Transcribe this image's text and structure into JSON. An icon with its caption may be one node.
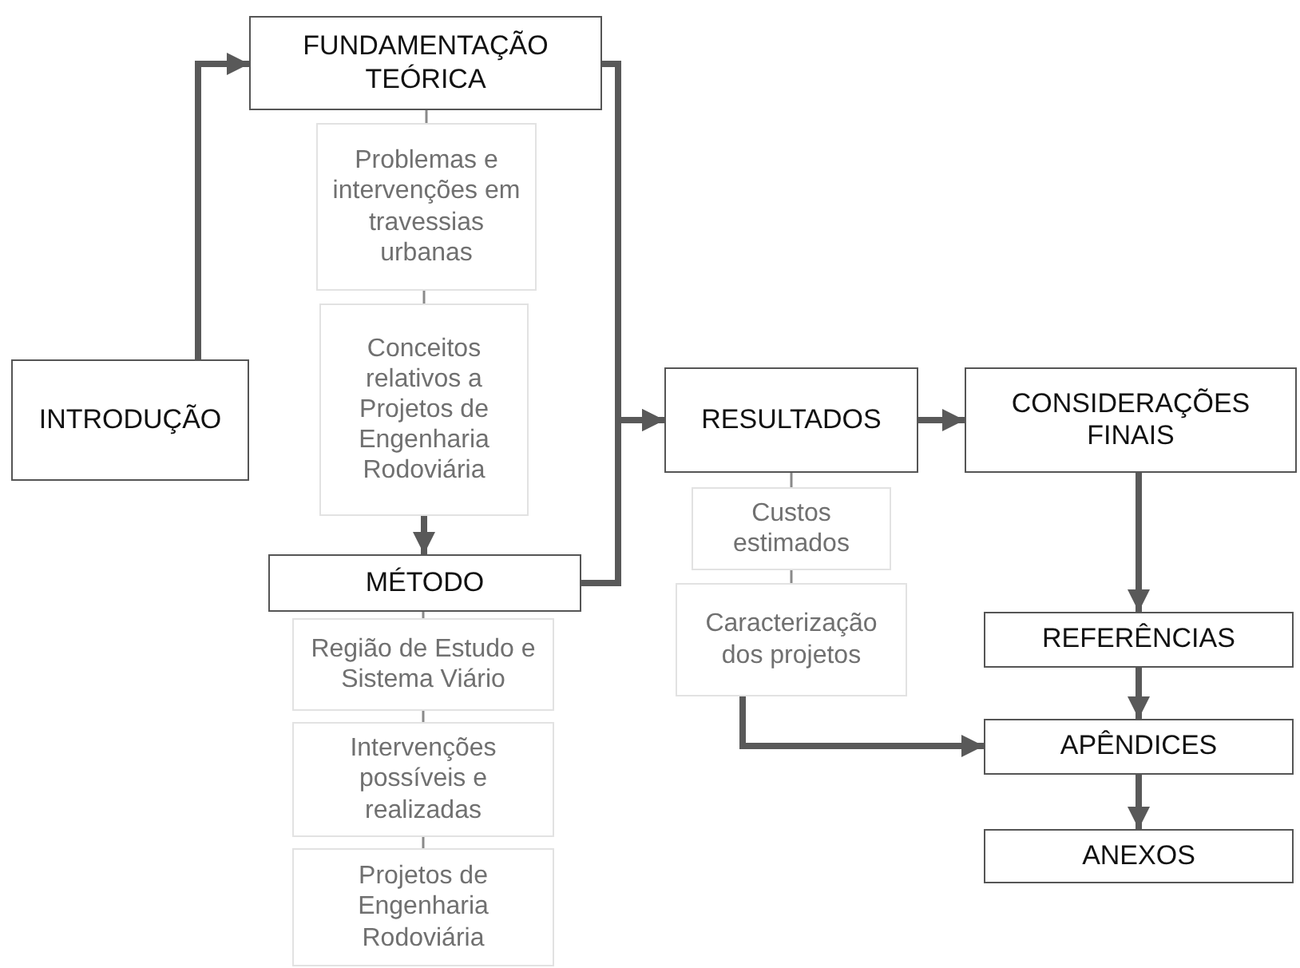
{
  "diagram": {
    "nodes": [
      {
        "text": [
          "INTRODUÇÃO"
        ]
      },
      {
        "text": [
          "FUNDAMENTAÇÃO TEÓRICA"
        ]
      },
      {
        "text": [
          "Problemas e intervenções em travessias urbanas"
        ]
      },
      {
        "text": [
          "Conceitos relativos  a Projetos de Engenharia Rodoviária"
        ]
      },
      {
        "text": [
          "MÉTODO"
        ]
      },
      {
        "text": [
          "Região de Estudo e Sistema Viário"
        ]
      },
      {
        "text": [
          "Intervenções possíveis e realizadas"
        ]
      },
      {
        "text": [
          "Projetos de Engenharia Rodoviária"
        ]
      },
      {
        "text": [
          "RESULTADOS"
        ]
      },
      {
        "text": [
          "Custos estimados"
        ]
      },
      {
        "text": [
          "Caracterização dos projetos"
        ]
      },
      {
        "text": [
          "CONSIDERAÇÕES FINAIS"
        ]
      },
      {
        "text": [
          "REFERÊNCIAS"
        ]
      },
      {
        "text": [
          "APÊNDICES"
        ]
      },
      {
        "text": [
          "ANEXOS"
        ]
      }
    ],
    "edges": [
      {
        "from": 0,
        "to": 1,
        "arrow": "to"
      },
      {
        "from": 1,
        "to": 2,
        "arrow": "none",
        "color": "#8a8a8a"
      },
      {
        "from": 2,
        "to": 3,
        "arrow": "none",
        "color": "#8a8a8a"
      },
      {
        "from": 3,
        "to": 4,
        "arrow": "to"
      },
      {
        "from": 4,
        "to": 5,
        "arrow": "none",
        "color": "#8a8a8a"
      },
      {
        "from": 5,
        "to": 6,
        "arrow": "none",
        "color": "#8a8a8a"
      },
      {
        "from": 6,
        "to": 7,
        "arrow": "none",
        "color": "#8a8a8a"
      },
      {
        "from": 1,
        "to": 8,
        "arrow": "to"
      },
      {
        "from": 4,
        "to": 8,
        "arrow": "to"
      },
      {
        "from": 8,
        "to": 11,
        "arrow": "to"
      },
      {
        "from": 8,
        "to": 9,
        "arrow": "none",
        "color": "#8a8a8a"
      },
      {
        "from": 9,
        "to": 10,
        "arrow": "none",
        "color": "#8a8a8a"
      },
      {
        "from": 10,
        "to": 13,
        "arrow": "to"
      },
      {
        "from": 11,
        "to": 12,
        "arrow": "to"
      },
      {
        "from": 12,
        "to": 13,
        "arrow": "to"
      },
      {
        "from": 13,
        "to": 14,
        "arrow": "to"
      }
    ]
  }
}
